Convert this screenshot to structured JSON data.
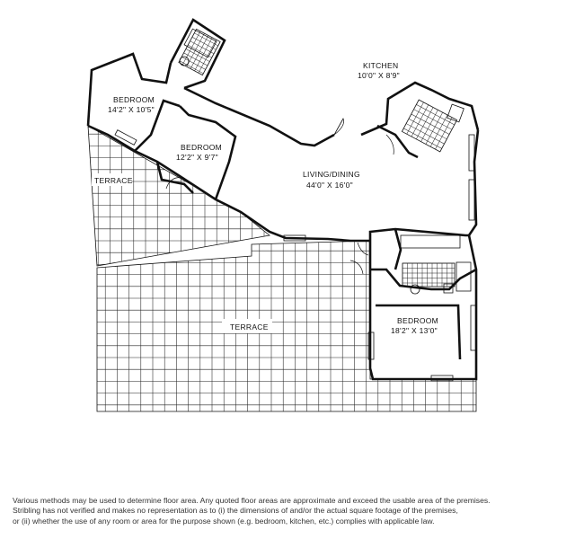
{
  "rooms": {
    "kitchen": {
      "name": "KITCHEN",
      "dims": "10'0\" X 8'9\""
    },
    "bedroom1": {
      "name": "BEDROOM",
      "dims": "14'2\" X 10'5\""
    },
    "bedroom2": {
      "name": "BEDROOM",
      "dims": "12'2\" X 9'7\""
    },
    "living": {
      "name": "LIVING/DINING",
      "dims": "44'0\" X 16'0\""
    },
    "terrace_small": {
      "name": "TERRACE"
    },
    "terrace_large": {
      "name": "TERRACE"
    },
    "master": {
      "name": "BEDROOM",
      "dims": "18'2\" X 13'0\""
    }
  },
  "disclaimer": {
    "line1": "Various methods may be used to determine floor area.  Any quoted floor areas are approximate and exceed the usable area of the premises.",
    "line2": "Stribling has not verified and makes no representation as to (i) the dimensions of and/or the actual square footage of the premises,",
    "line3": "or (ii) whether the use of any room or area for the purpose shown (e.g. bedroom, kitchen, etc.) complies with applicable law."
  }
}
